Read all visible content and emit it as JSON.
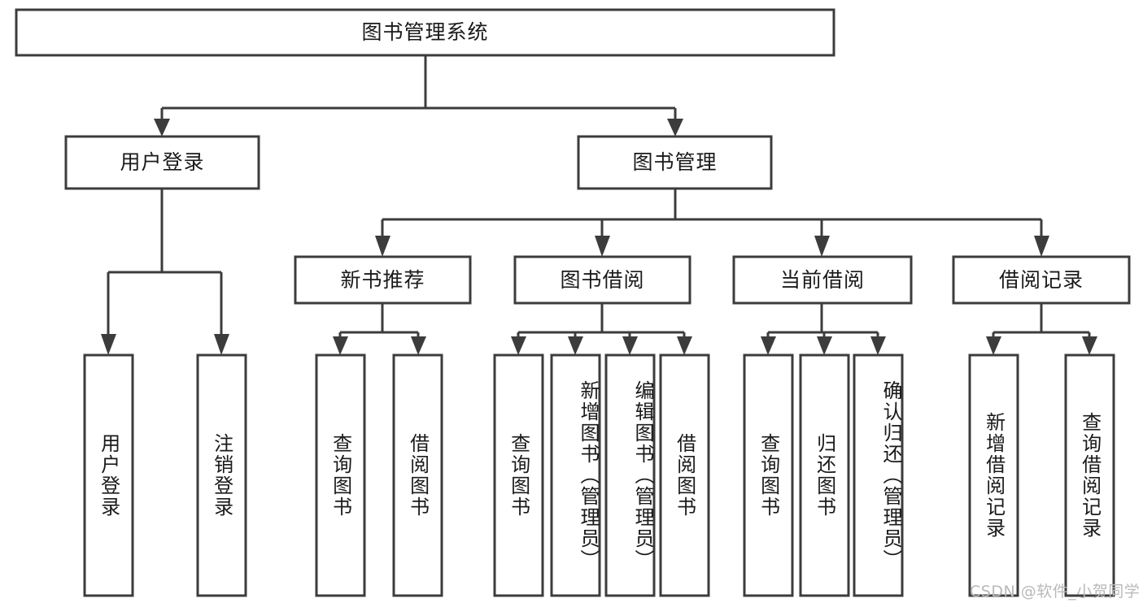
{
  "diagram": {
    "type": "tree-hierarchy",
    "title": "图书管理系统",
    "root": {
      "id": "root",
      "label": "图书管理系统"
    },
    "level2": [
      {
        "id": "user-login",
        "label": "用户登录"
      },
      {
        "id": "book-manage",
        "label": "图书管理"
      }
    ],
    "level3": [
      {
        "id": "new-book-recommend",
        "label": "新书推荐"
      },
      {
        "id": "book-borrow",
        "label": "图书借阅"
      },
      {
        "id": "current-borrow",
        "label": "当前借阅"
      },
      {
        "id": "borrow-record",
        "label": "借阅记录"
      }
    ],
    "leaves": {
      "user_login": [
        {
          "id": "leaf-user-login",
          "label": "用户登录"
        },
        {
          "id": "leaf-logout-login",
          "label": "注销登录"
        }
      ],
      "new_book_recommend": [
        {
          "id": "leaf-query-book-1",
          "label": "查询图书"
        },
        {
          "id": "leaf-borrow-book-1",
          "label": "借阅图书"
        }
      ],
      "book_borrow": [
        {
          "id": "leaf-query-book-2",
          "label": "查询图书"
        },
        {
          "id": "leaf-add-book",
          "label": "新增图书（管理员）"
        },
        {
          "id": "leaf-edit-book",
          "label": "编辑图书（管理员）"
        },
        {
          "id": "leaf-borrow-book-2",
          "label": "借阅图书"
        }
      ],
      "current_borrow": [
        {
          "id": "leaf-query-book-3",
          "label": "查询图书"
        },
        {
          "id": "leaf-return-book",
          "label": "归还图书"
        },
        {
          "id": "leaf-confirm-return",
          "label": "确认归还（管理员）"
        }
      ],
      "borrow_record": [
        {
          "id": "leaf-add-record",
          "label": "新增借阅记录"
        },
        {
          "id": "leaf-query-record",
          "label": "查询借阅记录"
        }
      ]
    }
  },
  "watermark": {
    "text": "CSDN @软件_小贺同学"
  },
  "colors": {
    "stroke": "#3c3c3c",
    "box_fill": "#ffffff",
    "text": "#1a1a1a",
    "background": "#ffffff",
    "watermark": "#b9b9b9"
  }
}
